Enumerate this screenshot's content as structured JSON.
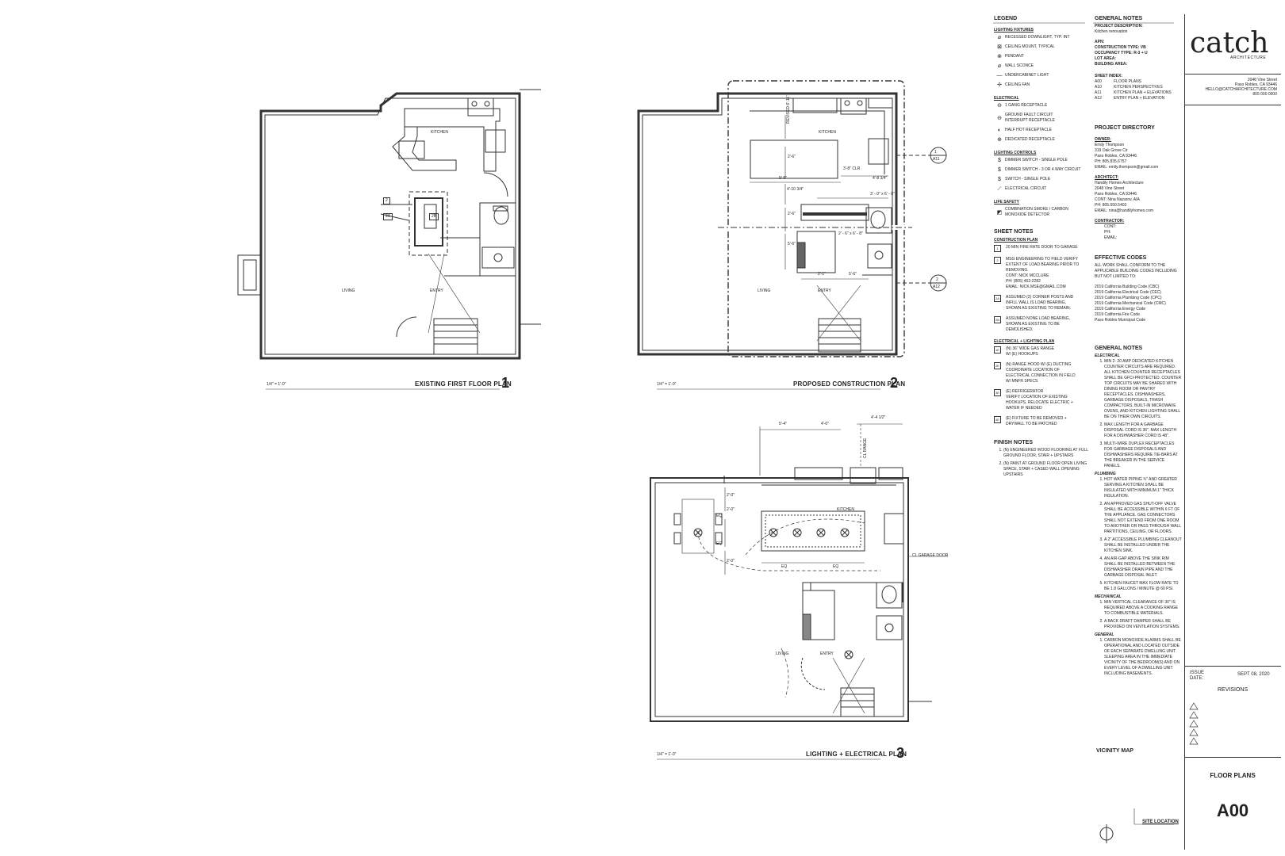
{
  "plans": {
    "existing": {
      "title": "EXISTING FIRST FLOOR PLAN",
      "number": "1",
      "scale": "1/4\" = 1'-0\"",
      "rooms": {
        "kitchen": "KITCHEN",
        "living": "LIVING",
        "entry": "ENTRY"
      },
      "tags": {
        "t2": "2",
        "t2a": "2A",
        "t2b": "2B"
      }
    },
    "proposed": {
      "title": "PROPOSED CONSTRUCTION PLAN",
      "number": "2",
      "scale": "1/4\" = 1'-0\"",
      "rooms": {
        "kitchen": "KITCHEN",
        "living": "LIVING",
        "entry": "ENTRY"
      },
      "dims": {
        "d1": "REVISED 6'-11\"",
        "d2": "2'-6\"",
        "d3": "3'-8\" CLR",
        "d4": "4'-8 3/4\"",
        "d5": "4'-10 3/4\"",
        "d6": "9'-6\"",
        "d7": "3' - 0\" x 6' - 8\"",
        "d8": "2' - 6\" x 6' - 8\"",
        "d9": "2'-6\"",
        "d10": "5'-6\"",
        "d11": "2'-1\"",
        "d12": "5'-6\""
      },
      "sections": {
        "a11": "A11",
        "a11n": "1",
        "a12": "A12",
        "a12n": "2"
      }
    },
    "lighting": {
      "title": "LIGHTING + ELECTRICAL PLAN",
      "number": "3",
      "scale": "1/4\" = 1'-0\"",
      "rooms": {
        "kitchen": "KITCHEN",
        "living": "LIVING",
        "entry": "ENTRY"
      },
      "dims": {
        "d1": "5'-4\"",
        "d2": "4'-0\"",
        "d3": "4'-4 1/2\"",
        "d4": "CL RANGE",
        "d5": "EQ",
        "d6": "EQ",
        "d7": "EQ",
        "d8": "EQ",
        "d9": "2'-0\"",
        "d10": "2'-0\"",
        "d11": "2'-0\"",
        "d12": "CL GARAGE DOOR"
      }
    }
  },
  "legend": {
    "title": "LEGEND",
    "lighting_fixtures": {
      "heading": "LIGHTING FIXTURES",
      "items": [
        {
          "sym": "⌀",
          "label": "RECESSED DOWNLIGHT, TYP. INT"
        },
        {
          "sym": "⊠",
          "label": "CEILING MOUNT, TYPICAL"
        },
        {
          "sym": "⊗",
          "label": "PENDANT"
        },
        {
          "sym": "⌀",
          "label": "WALL SCONCE"
        },
        {
          "sym": "—",
          "label": "UNDERCABINET LIGHT"
        },
        {
          "sym": "✢",
          "label": "CEILING FAN"
        }
      ]
    },
    "electrical": {
      "heading": "ELECTRICAL",
      "items": [
        {
          "sym": "⊖",
          "label": "1 GANG RECEPTACLE"
        },
        {
          "sym": "⊖",
          "label": "GROUND FAULT CIRCUIT\nINTERRUPT RECEPTACLE"
        },
        {
          "sym": "◐",
          "label": "HALF HOT RECEPTACLE"
        },
        {
          "sym": "⊕",
          "label": "DEDICATED RECEPTACLE"
        }
      ]
    },
    "lighting_controls": {
      "heading": "LIGHTING CONTROLS",
      "items": [
        {
          "sym": "$",
          "label": "DIMMER SWITCH - SINGLE POLE"
        },
        {
          "sym": "$",
          "label": "DIMMER SWITCH - 3 OR 4 WAY CIRCUIT"
        },
        {
          "sym": "$",
          "label": "SWITCH - SINGLE POLE"
        },
        {
          "sym": "⟋",
          "label": "ELECTRICAL CIRCUIT"
        }
      ]
    },
    "life_safety": {
      "heading": "LIFE SAFETY",
      "items": [
        {
          "sym": "◩",
          "label": "COMBINATION SMOKE / CARBON\nMONOXIDE DETECTOR"
        }
      ]
    }
  },
  "sheet_notes": {
    "title": "SHEET NOTES",
    "construction": {
      "heading": "CONSTRUCTION PLAN",
      "items": [
        {
          "tag": "1",
          "text": "20 MIN FIRE RATE DOOR TO GARAGE"
        },
        {
          "tag": "2",
          "text": "MSG ENGINEERING TO FIELD VERIFY\nEXTENT OF LOAD BEARING PRIOR TO\nREMOVING.\nCONT:     NICK MCCLURE\nPH:        (805) 462-2282\nEMAIL:    NICK.MSE@GMAIL.COM"
        },
        {
          "tag": "2A",
          "text": "ASSUMED (2) CORNER POSTS AND\nINFILL WALL IS LOAD BEARING,\nSHOWN AS EXISTING TO REMAIN."
        },
        {
          "tag": "2B",
          "text": "ASSUMED NONE LOAD BEARING,\nSHOWN AS EXISTING TO BE\nDEMOLISHED."
        }
      ]
    },
    "electrical": {
      "heading": "ELECTRICAL + LIGHTING PLAN",
      "items": [
        {
          "tag": "1E",
          "text": "(N) 36\" WIDE GAS RANGE\nW/ (E) HOOKUPS"
        },
        {
          "tag": "2E",
          "text": "(N) RANGE HOOD W/ (E) DUCTING\nCOORDINATE LOCATION OF\nELECTRICAL CONNECTION IN FIELD\nW/ MNFR SPECS"
        },
        {
          "tag": "3E",
          "text": "(E) REFRIGERATOR\nVERIFY LOCATION OF EXISTING\nHOOKUPS, RELOCATE ELECTRIC +\nWATER IF NEEDED"
        },
        {
          "tag": "4E",
          "text": "(E) FIXTURE TO BE REMOVED +\nDRYWALL TO BE PATCHED"
        }
      ]
    }
  },
  "finish_notes": {
    "title": "FINISH NOTES",
    "items": [
      "(N) ENGINEERED WOOD FLOORING AT FULL GROUND FLOOR, STAIR + UPSTAIRS",
      "(N) PAINT AT GROUND FLOOR OPEN LIVING SPACE, STAIR + CASED WALL OPENING UPSTAIRS"
    ]
  },
  "general_notes_top": {
    "title": "GENERAL NOTES",
    "project_description_label": "PROJECT DESCRIPTION:",
    "project_description": "Kitchen renovation",
    "apn": "APN:",
    "construction_type": "CONSTRUCTION TYPE:      VB",
    "occupancy_type": "OCCUPANCY TYPE:          R-3 + U",
    "lot_area": "LOT AREA:",
    "building_area": "BUILDING AREA:",
    "sheet_index_label": "SHEET INDEX:",
    "sheet_index": [
      {
        "code": "A00",
        "name": "FLOOR PLANS"
      },
      {
        "code": "A10",
        "name": "KITCHEN PERSPECTIVES"
      },
      {
        "code": "A11",
        "name": "KITCHEN PLAN + ELEVATIONS"
      },
      {
        "code": "A12",
        "name": "ENTRY PLAN + ELEVATION"
      }
    ]
  },
  "directory": {
    "title": "PROJECT DIRECTORY",
    "owner_label": "OWNER:",
    "owner": "Emily Thompson\n319 Oak Grove Cir\nPaso Robles, CA 93446\nPH:         805.835.6757\nEMAIL:   emily.thompson@gmail.com",
    "architect_label": "ARCHITECT:",
    "architect": "Handily Homes Architecture\n2048 Vine Street\nPaso Robles, CA 93446\nCONT:     Nina Nazarov, AIA\nPH:         805.550.5403\nEMAIL:   nina@handilyhomes.com",
    "contractor_label": "CONTRACTOR:",
    "contractor": "CONT:\nPH:\nEMAIL:"
  },
  "codes": {
    "title": "EFFECTIVE CODES",
    "intro": "ALL WORK SHALL CONFORM TO THE APPLICABLE BUILDING CODES INCLUDING BUT NOT LIMITED TO:",
    "list": "2019 California Building Code (CBC)\n2019 California Electrical Code (CEC)\n2019 California Plumbing Code (CPC)\n2019 California Mechanical Code (CMC)\n2019 California Energy Code\n2019 California Fire Code\nPaso Robles Municipal Code"
  },
  "general_notes": {
    "title": "GENERAL NOTES",
    "electrical_h": "ELECTRICAL",
    "electrical": [
      "MIN 2- 20 AMP DEDICATED KITCHEN COUNTER CIRCUITS ARE REQUIRED. ALL KITCHEN COUNTER RECEPTACLES SHALL BE GFCI-PROTECTED. COUNTER TOP CIRCUITS MAY BE SHARED WITH DINING ROOM OR PANTRY RECEPTACLES. DISHWASHERS, GARBAGE DISPOSALS, TRASH COMPACTORS, BUILT-IN MICROWAVE OVENS, AND KITCHEN LIGHTING SHALL BE ON THEIR OWN CIRCUITS.",
      "MAX LENGTH FOR A GARBAGE DISPOSAL CORD IS 36\". MAX LENGTH FOR A DISHWASHER CORD IS 48\".",
      "MULTI-WIRE DUPLEX RECEPTACLES FOR GARBAGE DISPOSALS AND DISHWASHERS REQUIRE TIE-BARS AT THE BREAKER IN THE SERVICE PANELS."
    ],
    "plumbing_h": "PLUMBING",
    "plumbing": [
      "HOT WATER PIPING ¾\" AND GREATER SERVING A KITCHEN SHALL BE INSULATED WITH MINIMUM 1\" THICK INSULATION.",
      "AN APPROVED GAS SHUT-OFF VALVE SHALL BE ACCESSIBLE WITHIN 6 FT OF THE APPLIANCE. GAS CONNECTORS SHALL NOT EXTEND FROM ONE ROOM TO ANOTHER OR PASS THROUGH WALL PARTITIONS, CEILING, OR FLOORS.",
      "A 2\" ACCESSIBLE PLUMBING CLEANOUT SHALL BE INSTALLED UNDER THE KITCHEN SINK.",
      "AN AIR-GAP ABOVE THE SINK RIM SHALL BE INSTALLED BETWEEN THE DISHWASHER DRAIN PIPE AND THE GARBAGE DISPOSAL INLET.",
      "KITCHEN FAUCET MAX FLOW RATE TO BE 1.8 GALLONS / MINUTE @ 60 PSI."
    ],
    "mechanical_h": "MECHANICAL",
    "mechanical": [
      "MIN VERTICAL CLEARANCE OF 30\" IS REQUIRED ABOVE A COOKING RANGE TO COMBUSTIBLE MATERIALS.",
      "A BACK DRAFT DAMPER SHALL BE PROVIDED ON VENTILATION SYSTEMS."
    ],
    "general_h": "GENERAL",
    "general": [
      "CARBON MONOXIDE ALARMS SHALL BE OPERATIONAL AND LOCATED OUTSIDE OF EACH SEPARATE DWELLING UNIT SLEEPING AREA IN THE IMMEDIATE VICINITY OF THE BEDROOM(S) AND ON EVERY LEVEL OF A DWELLING UNIT INCLUDING BASEMENTS."
    ]
  },
  "vicinity": {
    "title": "VICINITY MAP",
    "site": "SITE LOCATION"
  },
  "title_block": {
    "logo": "catch",
    "logo_sub": "ARCHITECTURE",
    "address": "2048 Vine Street\nPaso Robles, CA 93446\nHELLO@CATCHARCHITECTURE.COM\n805 000 0000",
    "issue_label": "ISSUE\nDATE:",
    "issue_date": "SEPT 08, 2020",
    "revisions": "REVISIONS",
    "sheet_title": "FLOOR PLANS",
    "sheet_number": "A00"
  }
}
